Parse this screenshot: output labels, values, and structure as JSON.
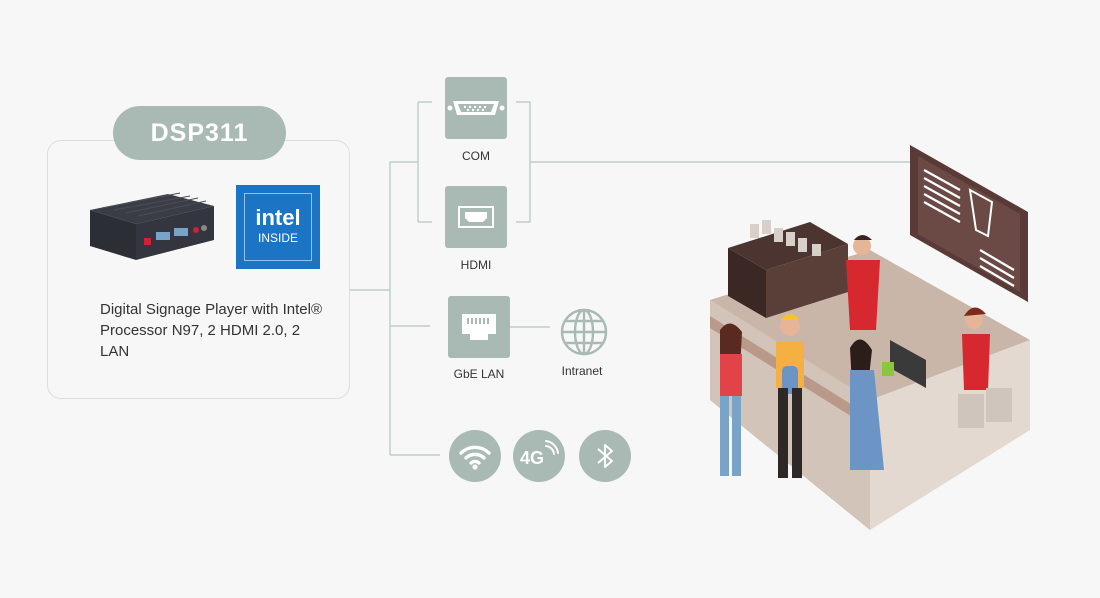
{
  "product": {
    "model": "DSP311",
    "description": "Digital Signage Player with Intel® Processor N97, 2 HDMI 2.0, 2 LAN",
    "intel_badge": {
      "word": "intel",
      "sub": "INSIDE"
    }
  },
  "ports": {
    "com": "COM",
    "hdmi": "HDMI",
    "lan": "GbE LAN",
    "intranet": "Intranet"
  },
  "wireless": {
    "g4": "4G"
  },
  "colors": {
    "accent": "#a9b9b4",
    "line": "#b4c6c0",
    "intel_blue": "#1b74c4",
    "menu_board": "#5a3a36",
    "apron": "#d8282f"
  },
  "icons": [
    "com-port-icon",
    "hdmi-port-icon",
    "lan-port-icon",
    "globe-icon",
    "wifi-icon",
    "4g-icon",
    "bluetooth-icon"
  ]
}
